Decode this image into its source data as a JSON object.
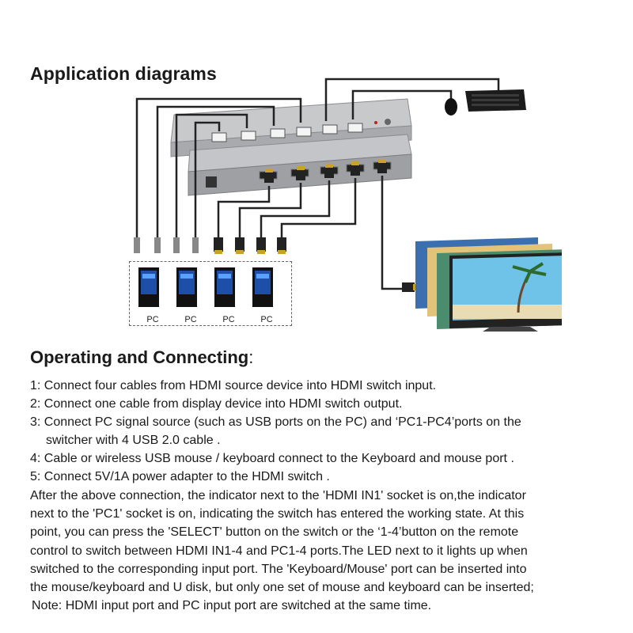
{
  "diagram": {
    "title": "Application diagrams",
    "pc_labels": [
      "PC",
      "PC",
      "PC",
      "PC"
    ]
  },
  "operating": {
    "heading": "Operating and Connecting",
    "heading_colon": ":",
    "steps": [
      {
        "text": "1: Connect four cables from HDMI source device into HDMI switch input.",
        "cont": ""
      },
      {
        "text": "2: Connect one cable from display device into HDMI switch output.",
        "cont": ""
      },
      {
        "text": "3: Connect PC signal source (such as USB ports on the PC) and ‘PC1-PC4’ports on the",
        "cont": "switcher with 4 USB 2.0 cable ."
      },
      {
        "text": "4: Cable or wireless USB mouse / keyboard connect  to the Keyboard and mouse port  .",
        "cont": ""
      },
      {
        "text": "5: Connect 5V/1A power adapter to the HDMI switch .",
        "cont": ""
      }
    ],
    "paragraph_lines": [
      "After the above connection, the indicator next to the 'HDMI IN1' socket is on,the indicator",
      "next to the 'PC1' socket is on, indicating the switch has entered the working state. At this",
      "point, you can press the 'SELECT' button on the switch or the ‘1-4’button on the remote",
      "control to switch between HDMI IN1-4 and PC1-4 ports.The LED next to it lights up when",
      "switched to the corresponding input port. The 'Keyboard/Mouse' port can be inserted into",
      "the mouse/keyboard and U disk, but only one set of mouse and keyboard can be inserted;"
    ],
    "note": "Note: HDMI input port and PC input port are switched at the same time."
  }
}
